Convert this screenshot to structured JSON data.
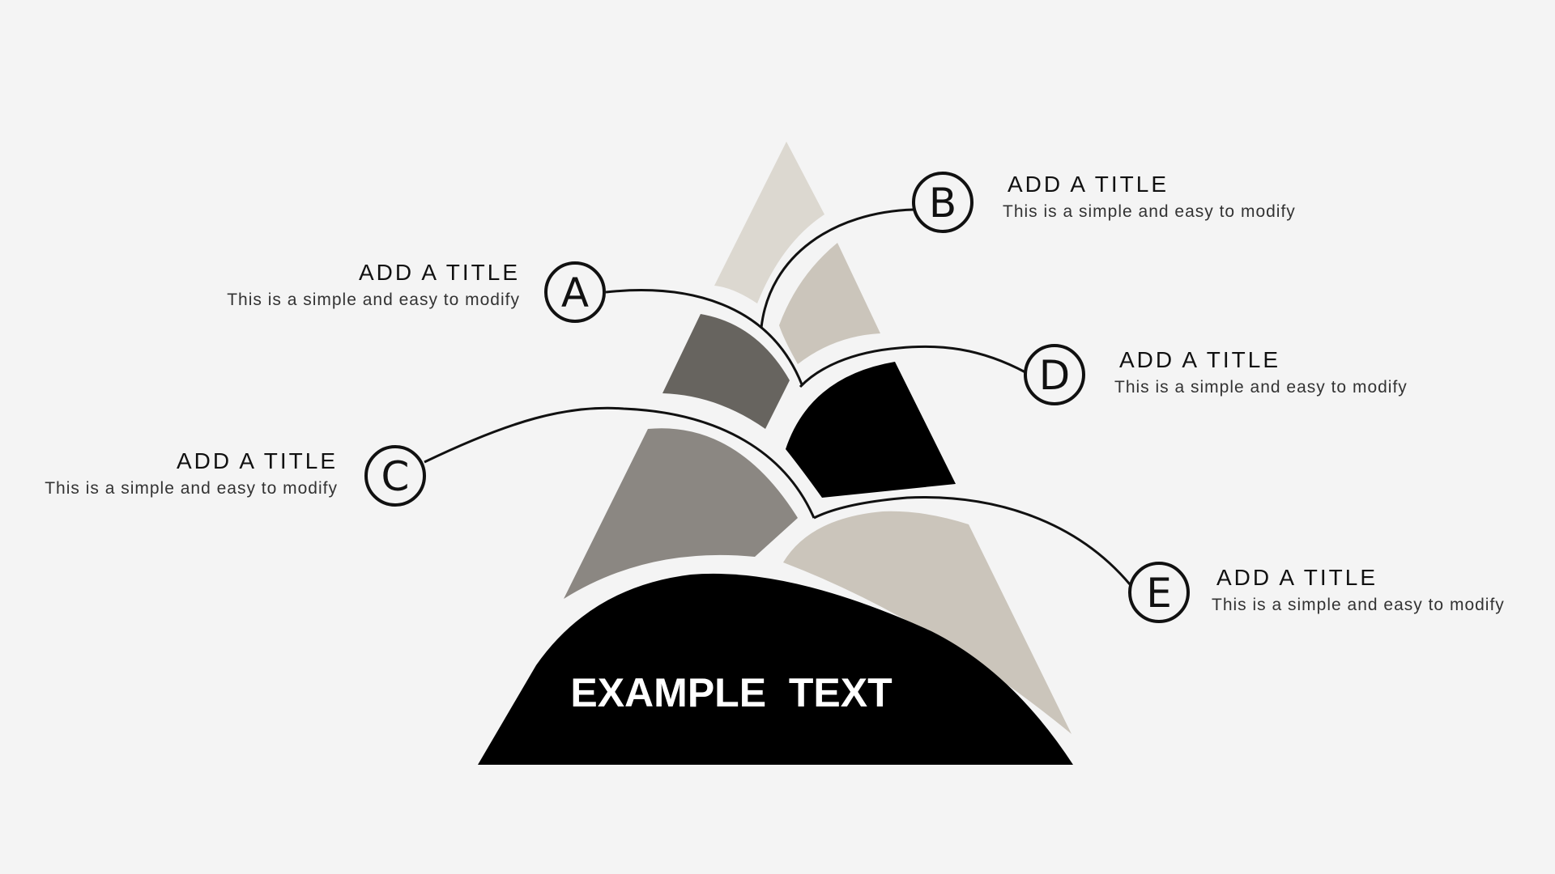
{
  "center_text": "EXAMPLE  TEXT",
  "markers": {
    "a": "A",
    "b": "B",
    "c": "C",
    "d": "D",
    "e": "E"
  },
  "items": {
    "a": {
      "title": "ADD A TITLE",
      "description": "This is a simple and easy to modify"
    },
    "b": {
      "title": "ADD A TITLE",
      "description": "This is a simple and easy to modify"
    },
    "c": {
      "title": "ADD A TITLE",
      "description": "This is a simple and easy to modify"
    },
    "d": {
      "title": "ADD A TITLE",
      "description": "This is a simple and easy to modify"
    },
    "e": {
      "title": "ADD A TITLE",
      "description": "This is a simple and easy to modify"
    }
  },
  "colors": {
    "background": "#f4f4f4",
    "top_light": "#dcd8d0",
    "b_segment": "#cbc5bb",
    "a_segment": "#67645f",
    "d_segment": "#000000",
    "c_segment": "#8b8782",
    "e_segment": "#cbc5bb",
    "base": "#000000",
    "line": "#111111"
  }
}
